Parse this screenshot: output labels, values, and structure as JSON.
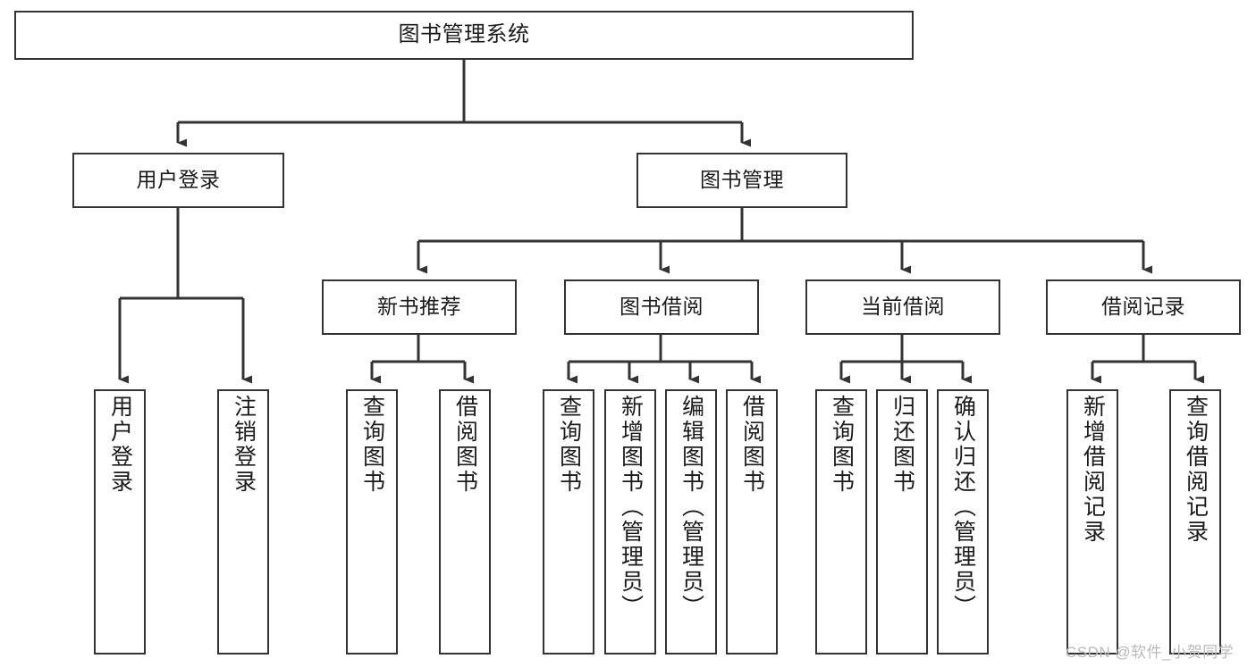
{
  "diagram": {
    "title": "图书管理系统",
    "type": "tree",
    "theme": {
      "background": "#ffffff",
      "node_border": "#333333",
      "node_fill": "#ffffff",
      "text": "#1b1b1b",
      "edge": "#333333",
      "watermark": "#b9b9b9"
    },
    "nodes": {
      "root": {
        "label": "图书管理系统"
      },
      "level2": [
        {
          "id": "user-login",
          "label": "用户登录"
        },
        {
          "id": "book-management",
          "label": "图书管理"
        }
      ],
      "level3": [
        {
          "id": "new-book-recommend",
          "label": "新书推荐"
        },
        {
          "id": "book-borrow",
          "label": "图书借阅"
        },
        {
          "id": "current-borrow",
          "label": "当前借阅"
        },
        {
          "id": "borrow-record",
          "label": "借阅记录"
        }
      ],
      "leaves": [
        {
          "id": "leaf-user-login",
          "label": "用户登录",
          "parent": "user-login"
        },
        {
          "id": "leaf-logout-login",
          "label": "注销登录",
          "parent": "user-login"
        },
        {
          "id": "leaf-query-book-1",
          "label": "查询图书",
          "parent": "new-book-recommend"
        },
        {
          "id": "leaf-borrow-book-1",
          "label": "借阅图书",
          "parent": "new-book-recommend"
        },
        {
          "id": "leaf-query-book-2",
          "label": "查询图书",
          "parent": "book-borrow"
        },
        {
          "id": "leaf-add-book",
          "label": "新增图书（管理员）",
          "parent": "book-borrow"
        },
        {
          "id": "leaf-edit-book",
          "label": "编辑图书（管理员）",
          "parent": "book-borrow"
        },
        {
          "id": "leaf-borrow-book-2",
          "label": "借阅图书",
          "parent": "book-borrow"
        },
        {
          "id": "leaf-query-book-3",
          "label": "查询图书",
          "parent": "current-borrow"
        },
        {
          "id": "leaf-return-book",
          "label": "归还图书",
          "parent": "current-borrow"
        },
        {
          "id": "leaf-confirm-return",
          "label": "确认归还（管理员）",
          "parent": "current-borrow"
        },
        {
          "id": "leaf-add-record",
          "label": "新增借阅记录",
          "parent": "borrow-record"
        },
        {
          "id": "leaf-query-record",
          "label": "查询借阅记录",
          "parent": "borrow-record"
        }
      ]
    },
    "watermark": "CSDN @软件_小贺同学"
  }
}
